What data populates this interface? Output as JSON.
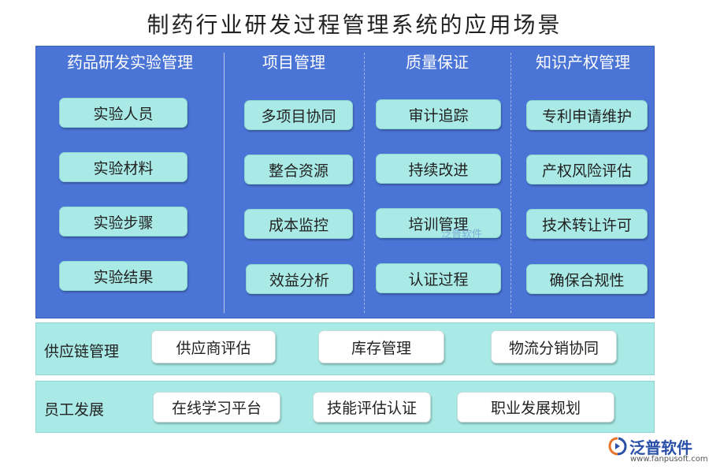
{
  "title": "制药行业研发过程管理系统的应用场景",
  "columns": [
    {
      "header": "药品研发实验管理",
      "items": [
        "实验人员",
        "实验材料",
        "实验步骤",
        "实验结果"
      ]
    },
    {
      "header": "项目管理",
      "items": [
        "多项目协同",
        "整合资源",
        "成本监控",
        "效益分析"
      ]
    },
    {
      "header": "质量保证",
      "items": [
        "审计追踪",
        "持续改进",
        "培训管理",
        "认证过程"
      ]
    },
    {
      "header": "知识产权管理",
      "items": [
        "专利申请维护",
        "产权风险评估",
        "技术转让许可",
        "确保合规性"
      ]
    }
  ],
  "supply_chain": {
    "label": "供应链管理",
    "items": [
      "供应商评估",
      "库存管理",
      "物流分销协同"
    ]
  },
  "employee": {
    "label": "员工发展",
    "items": [
      "在线学习平台",
      "技能评估认证",
      "职业发展规划"
    ]
  },
  "watermark": "泛普软件",
  "logo": {
    "name": "泛普软件",
    "url": "www.fanpusoft.com"
  },
  "colors": {
    "main_bg": "#4a74d6",
    "box_bg": "#a9eae6",
    "band_bg": "#a9eae6",
    "header_text": "#ffffff"
  }
}
